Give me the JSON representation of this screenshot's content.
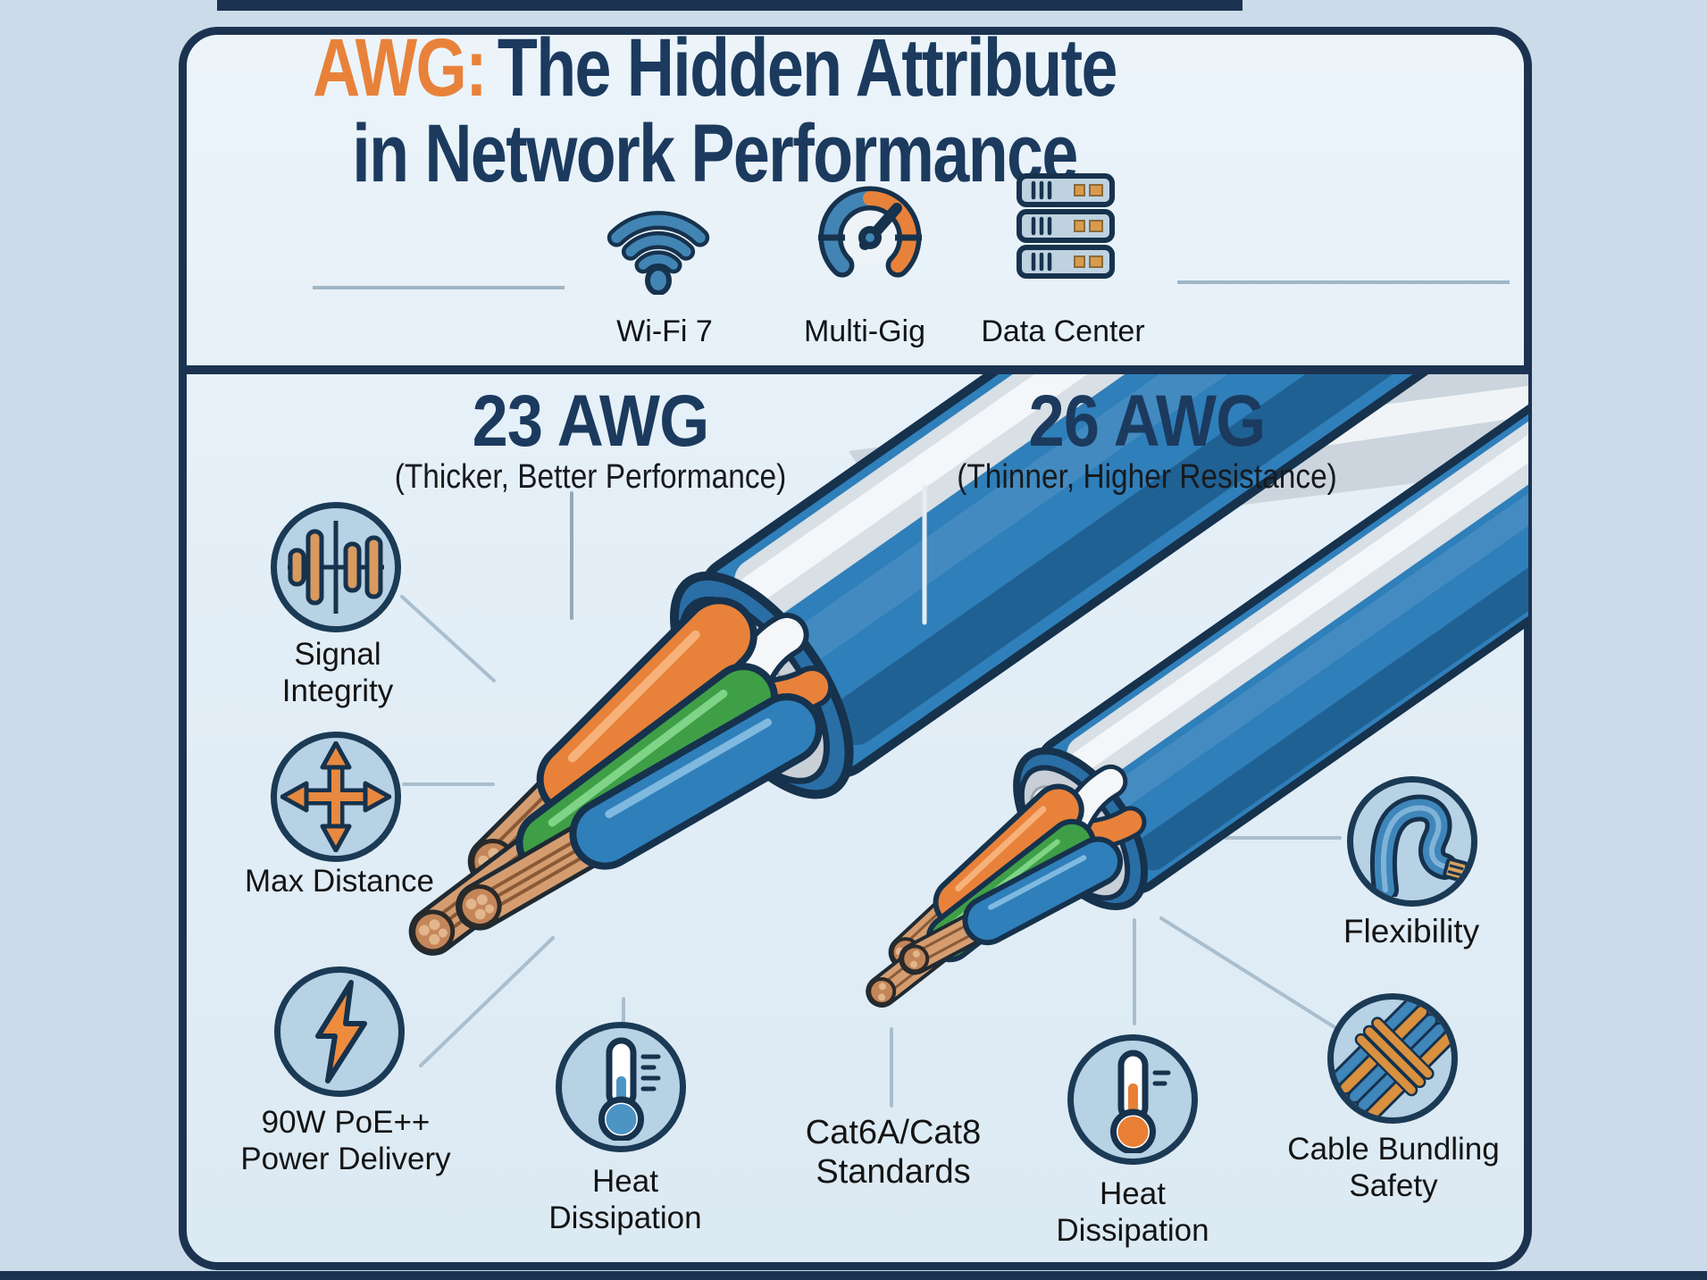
{
  "palette": {
    "accent_orange": "#E8823A",
    "navy_text": "#1B3A5E",
    "frame_navy": "#1B3350",
    "outer_bg": "#CBDBE9",
    "panel_bg": "#E7F0F8",
    "icon_circle_fill": "#B7D2E5",
    "cable_blue": "#2F7FBA",
    "cable_shield_silver": "#C9CFD7",
    "copper": "#D59D6F",
    "green_wire": "#3F9F47",
    "connector_line": "#A9BECE"
  },
  "header": {
    "accent": "AWG:",
    "line1_rest": "The Hidden Attribute",
    "line2": "in Network Performance"
  },
  "tech_row": [
    {
      "icon": "wifi-icon",
      "label": "Wi-Fi 7"
    },
    {
      "icon": "speed-gauge-icon",
      "label": "Multi-Gig"
    },
    {
      "icon": "server-rack-icon",
      "label": "Data Center"
    }
  ],
  "sections": {
    "left": {
      "title": "23 AWG",
      "subtitle": "(Thicker, Better Performance)"
    },
    "right": {
      "title": "26 AWG",
      "subtitle": "(Thinner, Higher Resistance)"
    }
  },
  "features": {
    "signal": {
      "lines": [
        "Signal",
        "Integrity"
      ]
    },
    "distance": {
      "lines": [
        "Max Distance"
      ]
    },
    "poe": {
      "lines": [
        "90W PoE++",
        "Power Delivery"
      ]
    },
    "heat_left": {
      "lines": [
        "Heat",
        "Dissipation"
      ]
    },
    "cat": {
      "lines": [
        "Cat6A/Cat8",
        "Standards"
      ]
    },
    "heat_right": {
      "lines": [
        "Heat",
        "Dissipation"
      ]
    },
    "flex": {
      "lines": [
        "Flexibility"
      ]
    },
    "bundle": {
      "lines": [
        "Cable Bundling",
        "Safety"
      ]
    }
  }
}
